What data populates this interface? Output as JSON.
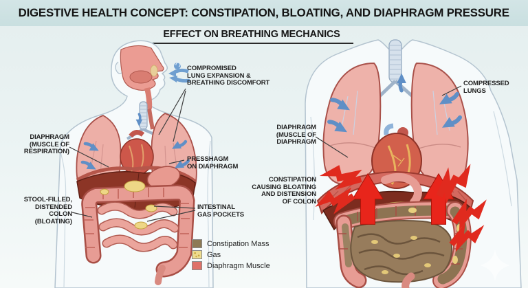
{
  "header": {
    "title": "DIGESTIVE HEALTH CONCEPT: CONSTIPATION, BLOATING, AND DIAPHRAGM PRESSURE"
  },
  "subtitle": {
    "text": "EFFECT ON BREATHING MECHANICS"
  },
  "left_figure": {
    "labels": {
      "lung_expansion": "COMPROMISED\nLUNG EXPANSION &\nBREATHING DISCOMFORT",
      "diaphragm": "DIAPHRAGM\n(MUSCLE OF\nRESPIRATION)",
      "pressure": "PRESSHAGM\nON DIAPHRAGM",
      "colon": "STOOL-FILLED,\nDISTENDED\nCOLON\n(BLOATING)",
      "gas": "INTESTINAL\nGAS POCKETS"
    }
  },
  "right_figure": {
    "labels": {
      "lungs": "COMPRESSED\nLUNGS",
      "diaphragm": "DIAPHRAGM\n(MUSCLE OF\nDIAPHRAGM",
      "constipation": "CONSTIPATION\nCAUSING BLOATING\nAND DISTENSION\nOF COLON"
    }
  },
  "legend": {
    "items": [
      {
        "label": "Constipation Mass",
        "color": "#8d7a55"
      },
      {
        "label": "Gas",
        "color": "#eedc90"
      },
      {
        "label": "Diaphragm Muscle",
        "color": "#de7168"
      }
    ]
  },
  "colors": {
    "header_bg": "#cde1e2",
    "background": "#ecf4f4",
    "organ_pink": "#ecaea6",
    "organ_outline": "#a9514a",
    "liver_red": "#8c3526",
    "diaphragm_red": "#d4695f",
    "stool_brown": "#8d7a55",
    "gas_yellow": "#ecd584",
    "arrow_blue": "#5f8fc6",
    "arrow_red": "#e3261d"
  }
}
